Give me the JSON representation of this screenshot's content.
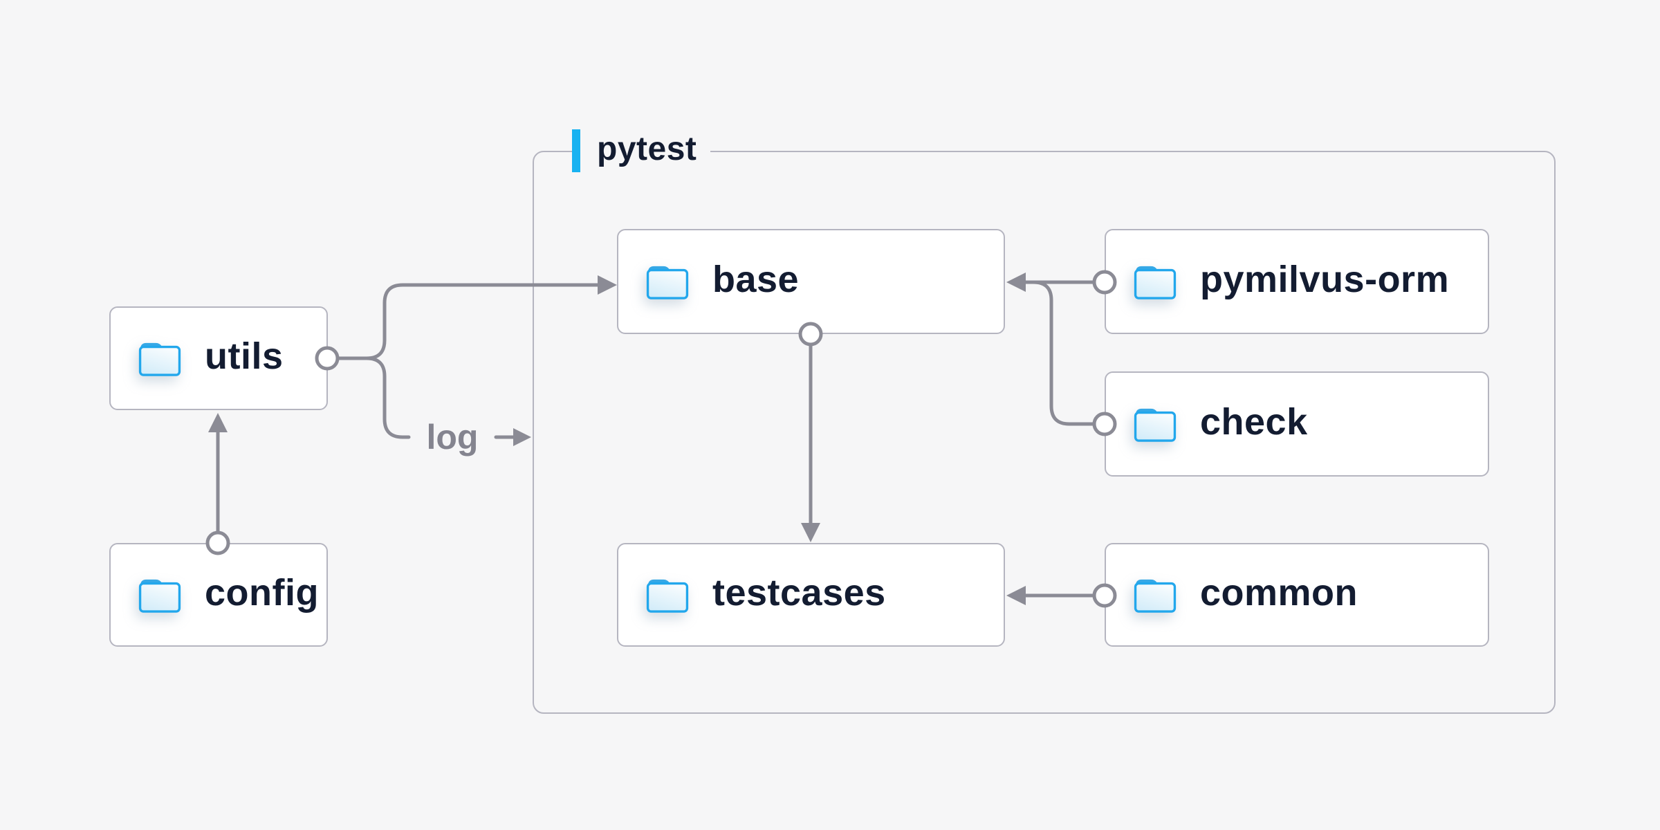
{
  "container": {
    "label": "pytest",
    "accent_color": "#18b2f1"
  },
  "nodes": {
    "utils": {
      "label": "utils",
      "icon": "folder-icon"
    },
    "config": {
      "label": "config",
      "icon": "folder-icon"
    },
    "base": {
      "label": "base",
      "icon": "folder-icon"
    },
    "pymilvus": {
      "label": "pymilvus-orm",
      "icon": "folder-icon"
    },
    "check": {
      "label": "check",
      "icon": "folder-icon"
    },
    "testcases": {
      "label": "testcases",
      "icon": "folder-icon"
    },
    "common": {
      "label": "common",
      "icon": "folder-icon"
    }
  },
  "edges": {
    "log_label": "log",
    "list": [
      {
        "from": "config",
        "to": "utils",
        "type": "arrow"
      },
      {
        "from": "utils",
        "to": "base",
        "type": "arrow"
      },
      {
        "from": "utils",
        "to": "pytest",
        "type": "arrow",
        "label": "log"
      },
      {
        "from": "pymilvus-orm",
        "to": "base",
        "type": "arrow"
      },
      {
        "from": "check",
        "to": "base",
        "type": "arrow"
      },
      {
        "from": "base",
        "to": "testcases",
        "type": "arrow"
      },
      {
        "from": "common",
        "to": "testcases",
        "type": "arrow"
      }
    ]
  },
  "colors": {
    "background": "#f6f6f7",
    "node_background": "#ffffff",
    "node_border": "#b5b5c0",
    "connector": "#8b8b95",
    "text": "#131c31",
    "muted_text": "#84848f",
    "accent": "#18b2f1",
    "folder_blue": "#22a7ec"
  }
}
